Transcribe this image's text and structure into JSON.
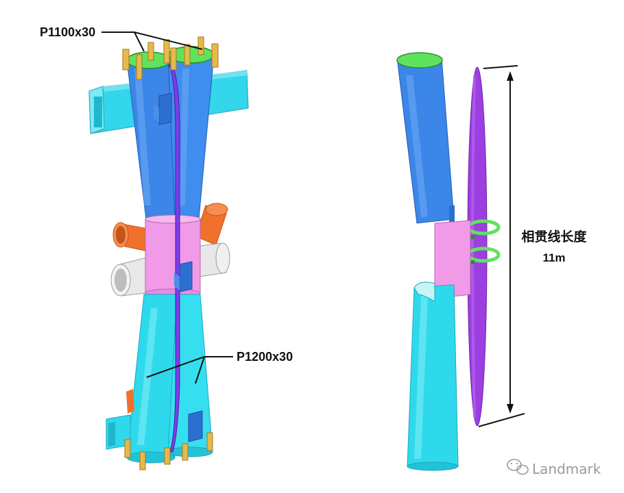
{
  "labels": {
    "top_pipe": "P1100x30",
    "bottom_pipe": "P1200x30",
    "length_title": "相贯线长度",
    "length_value": "11m"
  },
  "watermark": {
    "text": "Landmark",
    "icon": "wechat-icon"
  },
  "colors": {
    "upper_tube": "#3b86e8",
    "lower_tube": "#2fd9ec",
    "collar": "#f09ae8",
    "end_cap": "#5fe35f",
    "plate": "#9b3fe0",
    "orange_branch": "#f0712b",
    "white_branch": "#e6e6e6",
    "bracket": "#e8b84a"
  }
}
